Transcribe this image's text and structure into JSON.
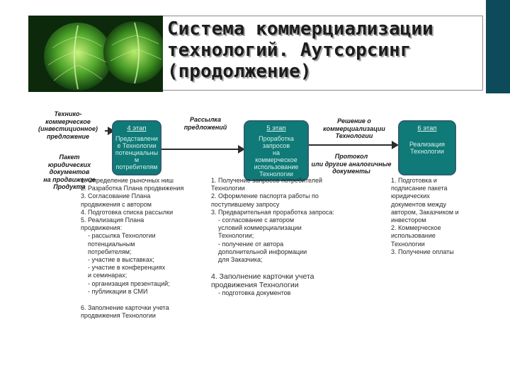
{
  "title": "Система коммерциализации\nтехнологий. Аутсорсинг\n(продолжение)",
  "colors": {
    "stage_fill": "#0f7a78",
    "stage_border": "#2c6070",
    "accent_bar": "#0d4a5a"
  },
  "labels": {
    "left_top": "Технико-\nкоммерческое\n(инвестиционное)\nпредложение",
    "left_bottom": "Пакет\nюридических\nдокументов\nна продвижение\nПродукта",
    "mailing": "Рассылка\nпредложений",
    "decision": "Решение о\nкоммерциализации\nТехнологии",
    "protocol": "Протокол\nили другие аналогичные\nдокументы"
  },
  "stages": [
    {
      "title": "4 этап",
      "text": "Представлени\nе Технологии\nпотенциальны\nм\nпотребителям"
    },
    {
      "title": "5 этап",
      "text": "Проработка\nзапросов\nна\nкоммерческое\nиспользование\nТехнологии"
    },
    {
      "title": "6 этап",
      "text": "Реализация\nТехнологии"
    }
  ],
  "lists": {
    "stage4": [
      {
        "text": "1. Определение рыночных ниш"
      },
      {
        "text": "2. Разработка Плана продвижения"
      },
      {
        "text": "3. Согласование Плана\n    продвижения с автором"
      },
      {
        "text": "4. Подготовка списка рассылки"
      },
      {
        "text": "5. Реализация Плана\n    продвижения:"
      },
      {
        "text": "- рассылка Технологии\n  потенциальным\n  потребителям;",
        "sub": true
      },
      {
        "text": "- участие в выставках;",
        "sub": true
      },
      {
        "text": "- участие в конференциях\n  и семинарах;",
        "sub": true
      },
      {
        "text": "- организация презентаций;",
        "sub": true
      },
      {
        "text": "- публикации в СМИ",
        "sub": true
      },
      {
        "text": "6. Заполнение карточки учета\n    продвижения Технологии",
        "gap": true
      }
    ],
    "stage5": [
      {
        "text": "1. Получение запросов потребителей\n    Технологии"
      },
      {
        "text": "2. Оформление паспорта работы по\n    поступившему запросу"
      },
      {
        "text": "3. Предварительная проработка запроса:"
      },
      {
        "text": "- согласование с автором\n  условий коммерциализации\n  Технологии;",
        "sub": true
      },
      {
        "text": "- получение от автора\n  дополнительной информации\n  для Заказчика;",
        "sub": true
      },
      {
        "text": "4. Заполнение карточки учета\n    продвижения Технологии",
        "bigger": true,
        "gap": true
      },
      {
        "text": "- подготовка документов",
        "sub": true
      }
    ],
    "stage6": [
      {
        "text": "1. Подготовка и\n    подписание пакета\n    юридических\n    документов между\n    автором, Заказчиком и\n    инвестором"
      },
      {
        "text": "2. Коммерческое\n    использование\n    Технологии"
      },
      {
        "text": "3. Получение оплаты"
      }
    ]
  }
}
